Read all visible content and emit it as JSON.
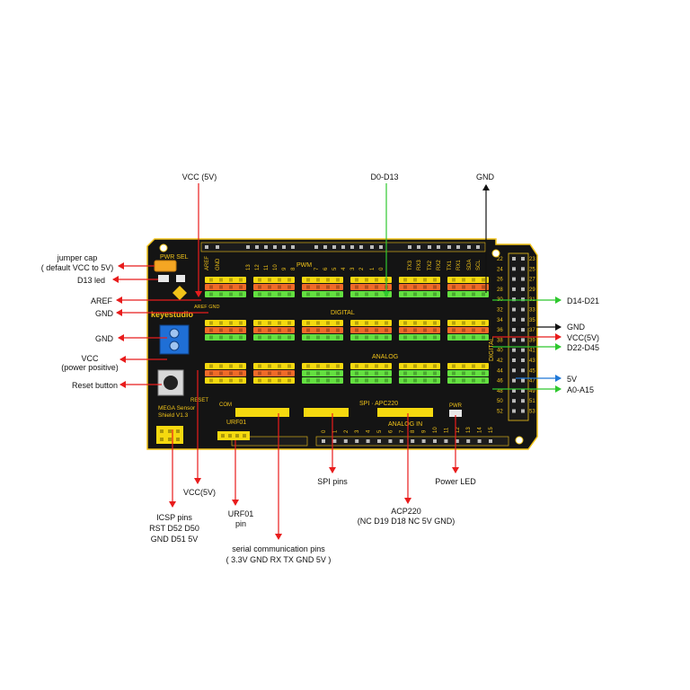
{
  "labels": {
    "vcc_top": "VCC (5V)",
    "d0_d13": "D0-D13",
    "gnd_top": "GND",
    "jumper_cap_1": "jumper cap",
    "jumper_cap_2": "( default VCC to 5V)",
    "d13_led": "D13 led",
    "aref": "AREF",
    "gnd_left_1": "GND",
    "gnd_left_2": "GND",
    "vcc_left_1": "VCC",
    "vcc_left_2": "(power positive)",
    "reset_button": "Reset button",
    "d14_d21": "D14-D21",
    "gnd_right": "GND",
    "vcc5v_right": "VCC(5V)",
    "d22_d45": "D22-D45",
    "five_v_right": "5V",
    "a0_a15": "A0-A15",
    "vcc5v_bottom": "VCC(5V)",
    "urf01_1": "URF01",
    "urf01_2": "pin",
    "icsp_1": "ICSP pins",
    "icsp_2": "RST D52 D50",
    "icsp_3": "GND  D51 5V",
    "serial_1": "serial communication pins",
    "serial_2": "( 3.3V GND RX TX GND 5V )",
    "spi_pins": "SPI pins",
    "acp_1": "ACP220",
    "acp_2": "(NC D19 D18 NC 5V GND)",
    "power_led": "Power LED"
  },
  "board": {
    "brand": "keyestudio",
    "pwr_sel": "PWR SEL",
    "pwm": "PWM",
    "digital": "DIGITAL",
    "analog": "ANALOG",
    "analog_in": "ANALOG IN",
    "spi_apc": "SPI · APC220",
    "urf01": "URF01",
    "com": "COM",
    "mega_1": "MEGA Sensor",
    "mega_2": "Shield V1.3",
    "pwr": "PWR",
    "reset": "RESET",
    "aref_gnd": "AREF GND",
    "digital_side": "DIGITAL",
    "top_header": [
      "AREF",
      "GND",
      "13",
      "12",
      "11",
      "10",
      "9",
      "8",
      "7",
      "6",
      "5",
      "4",
      "3",
      "2",
      "1",
      "0",
      "TX3",
      "RX3",
      "TX2",
      "RX2",
      "TX1",
      "RX1",
      "SDA",
      "SCL"
    ],
    "right_numbers": [
      "22",
      "24",
      "26",
      "28",
      "30",
      "32",
      "34",
      "36",
      "38",
      "40",
      "42",
      "44",
      "46",
      "48",
      "50",
      "52"
    ],
    "right_numbers_b": [
      "23",
      "25",
      "27",
      "29",
      "31",
      "33",
      "35",
      "37",
      "39",
      "41",
      "43",
      "45",
      "47",
      "49",
      "51",
      "53"
    ],
    "analog_numbers": [
      "0",
      "1",
      "2",
      "3",
      "4",
      "5",
      "6",
      "7",
      "8",
      "9",
      "10",
      "11",
      "12",
      "13",
      "14",
      "15"
    ]
  },
  "colors": {
    "board": "#141414",
    "silk": "#f2c419",
    "header_yellow": "#f5d90f",
    "header_red": "#f06a28",
    "header_green": "#63e040",
    "arrow_red": "#e81c1c",
    "arrow_green": "#2ec82e",
    "arrow_black": "#111111",
    "arrow_blue": "#1f78d8",
    "terminal": "#1f6fd6"
  }
}
